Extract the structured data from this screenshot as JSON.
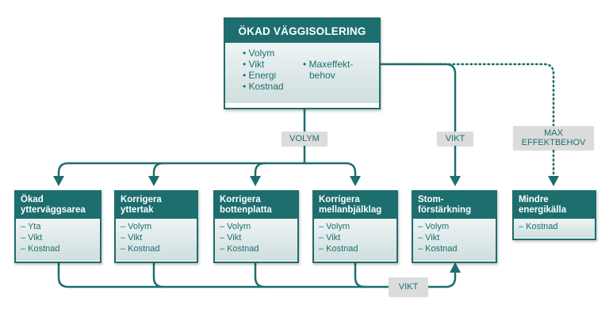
{
  "colors": {
    "teal": "#1d6e6e",
    "label_bg": "#dcdcdc"
  },
  "main": {
    "title": "ÖKAD VÄGGISOLERING",
    "items_left": [
      "• Volym",
      "• Vikt",
      "• Energi",
      "• Kostnad"
    ],
    "items_right": [
      "• Maxeffekt-",
      "behov"
    ]
  },
  "labels": {
    "volym": "VOLYM",
    "vikt_top": "VIKT",
    "maxeffekt_line1": "MAX",
    "maxeffekt_line2": "EFFEKTBEHOV",
    "vikt_bottom": "VIKT"
  },
  "boxes": [
    {
      "title_line1": "Ökad",
      "title_line2": "ytterväggsarea",
      "items": [
        "– Yta",
        "– Vikt",
        "– Kostnad"
      ]
    },
    {
      "title_line1": "Korrigera",
      "title_line2": "yttertak",
      "items": [
        "– Volym",
        "– Vikt",
        "– Kostnad"
      ]
    },
    {
      "title_line1": "Korrigera",
      "title_line2": "bottenplatta",
      "items": [
        "– Volym",
        "– Vikt",
        "– Kostnad"
      ]
    },
    {
      "title_line1": "Korrigera",
      "title_line2": "mellanbjälklag",
      "items": [
        "– Volym",
        "– Vikt",
        "– Kostnad"
      ]
    },
    {
      "title_line1": "Stom-",
      "title_line2": "förstärkning",
      "items": [
        "– Volym",
        "– Vikt",
        "– Kostnad"
      ]
    },
    {
      "title_line1": "Mindre",
      "title_line2": "energikälla",
      "items": [
        "– Kostnad"
      ]
    }
  ]
}
